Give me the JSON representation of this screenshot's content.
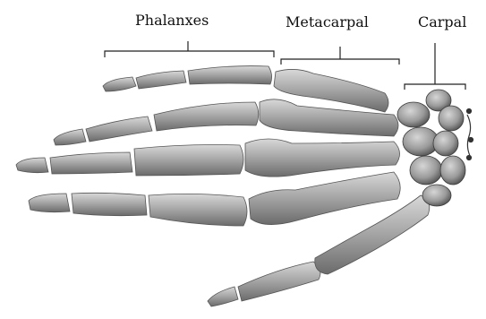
{
  "labels": {
    "phalanges": "Phalanxes",
    "metacarpal": "Metacarpal",
    "carpal": "Carpal"
  },
  "colors": {
    "bone_light": "#c9c9c9",
    "bone_mid": "#9e9e9e",
    "bone_dark": "#5f5f5f",
    "bracket": "#222222"
  }
}
